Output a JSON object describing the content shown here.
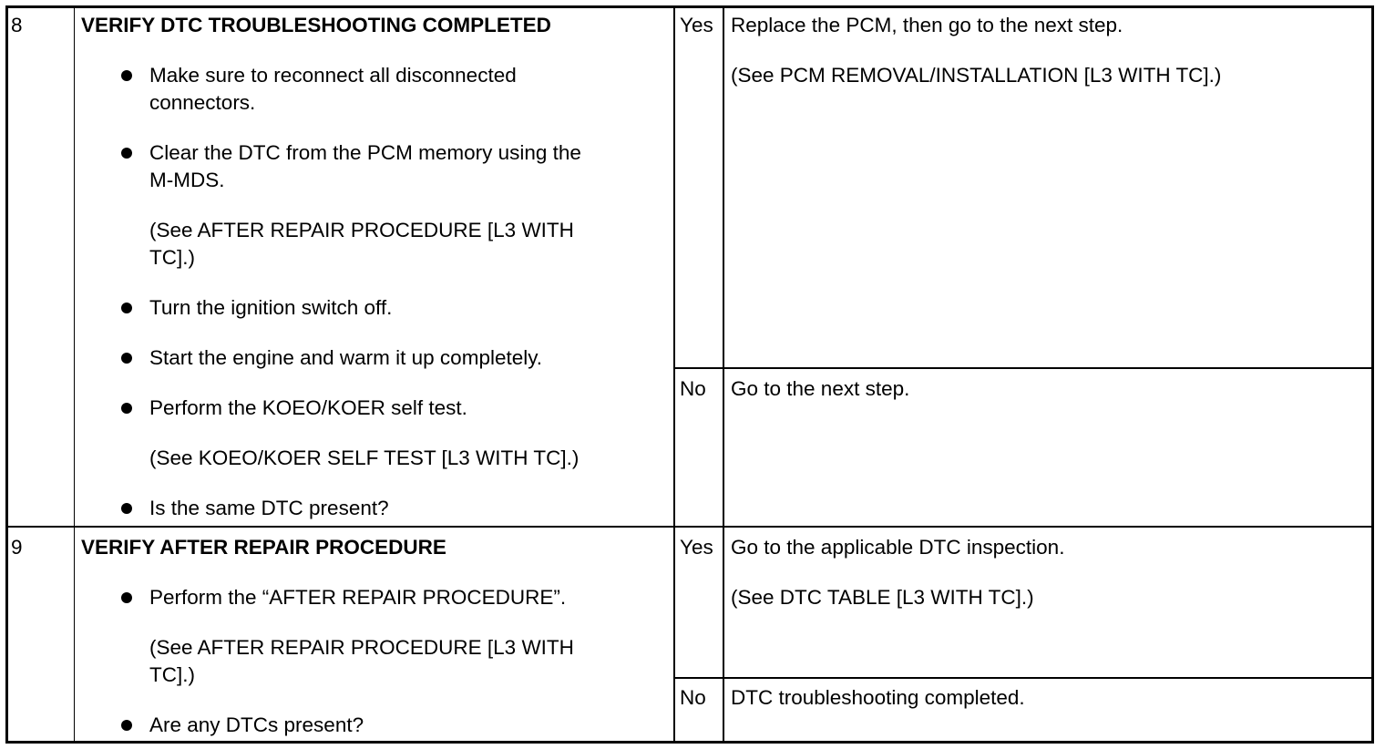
{
  "steps": [
    {
      "number": "8",
      "title": "VERIFY DTC TROUBLESHOOTING COMPLETED",
      "action": {
        "b1_l1": "Make sure to reconnect all disconnected",
        "b1_l2": "connectors.",
        "b2_l1": "Clear the DTC from the PCM memory using the",
        "b2_l2": "M-MDS.",
        "ref1_l1": "(See AFTER REPAIR PROCEDURE [L3 WITH",
        "ref1_l2": "TC].)",
        "b3": "Turn the ignition switch off.",
        "b4": "Start the engine and warm it up completely.",
        "b5": "Perform the KOEO/KOER self test.",
        "ref2": "(See KOEO/KOER SELF TEST [L3 WITH TC].)",
        "b6": "Is the same DTC present?"
      },
      "yes_label": "Yes",
      "yes_l1": "Replace the PCM, then go to the next step.",
      "yes_l2": "(See PCM REMOVAL/INSTALLATION [L3 WITH TC].)",
      "no_label": "No",
      "no_l1": "Go to the next step."
    },
    {
      "number": "9",
      "title": "VERIFY AFTER REPAIR PROCEDURE",
      "action": {
        "b1": "Perform the “AFTER REPAIR PROCEDURE”.",
        "ref1_l1": "(See AFTER REPAIR PROCEDURE [L3 WITH",
        "ref1_l2": "TC].)",
        "b2": "Are any DTCs present?"
      },
      "yes_label": "Yes",
      "yes_l1": "Go to the applicable DTC inspection.",
      "yes_l2": "(See DTC TABLE [L3 WITH TC].)",
      "no_label": "No",
      "no_l1": "DTC troubleshooting completed."
    }
  ]
}
